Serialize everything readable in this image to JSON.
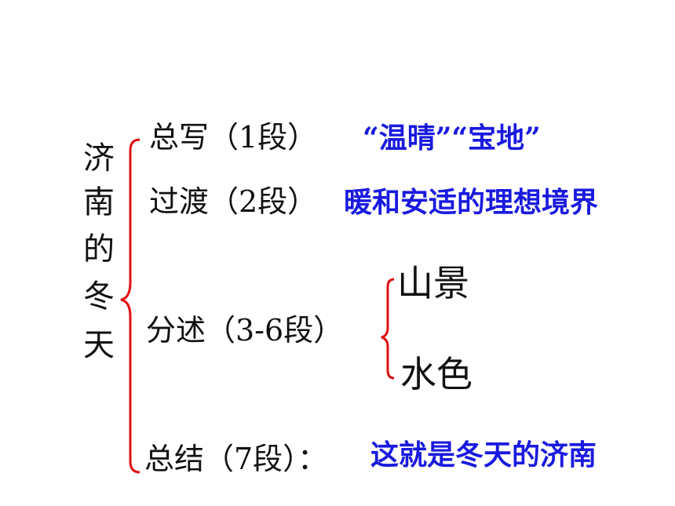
{
  "title": [
    "济",
    "南",
    "的",
    "冬",
    "天"
  ],
  "sections": [
    {
      "label": "总写（1段）",
      "note": "“温晴”“宝地”"
    },
    {
      "label": "过渡（2段）",
      "note": "暖和安适的理想境界"
    },
    {
      "label": "分述（3-6段）",
      "subs": [
        "山景",
        "水色"
      ]
    },
    {
      "label": "总结（7段）：",
      "note": "这就是冬天的济南"
    }
  ],
  "colors": {
    "bracket": "#e01010",
    "text": "#111111",
    "note": "#1a1adf"
  }
}
